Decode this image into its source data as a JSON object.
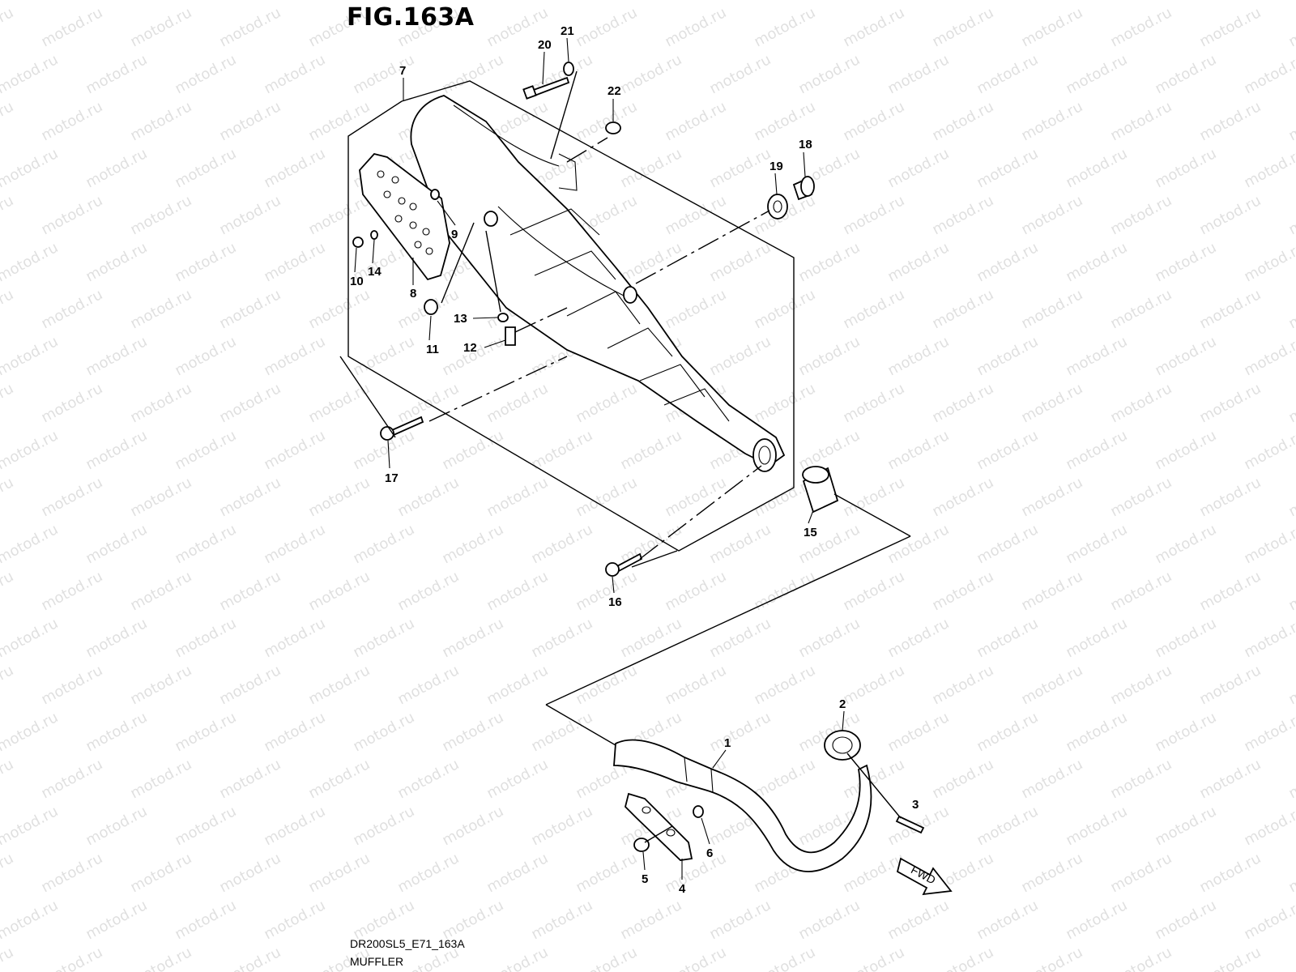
{
  "title": "FIG.163A",
  "footer": {
    "code": "DR200SL5_E71_163A",
    "name": "MUFFLER"
  },
  "watermark": "motod.ru",
  "fwd_label": "FWD",
  "callouts": [
    {
      "id": "1",
      "label": "1"
    },
    {
      "id": "2",
      "label": "2"
    },
    {
      "id": "3",
      "label": "3"
    },
    {
      "id": "4",
      "label": "4"
    },
    {
      "id": "5",
      "label": "5"
    },
    {
      "id": "6",
      "label": "6"
    },
    {
      "id": "7",
      "label": "7"
    },
    {
      "id": "8",
      "label": "8"
    },
    {
      "id": "9",
      "label": "9"
    },
    {
      "id": "10",
      "label": "10"
    },
    {
      "id": "11",
      "label": "11"
    },
    {
      "id": "12",
      "label": "12"
    },
    {
      "id": "13",
      "label": "13"
    },
    {
      "id": "14",
      "label": "14"
    },
    {
      "id": "15",
      "label": "15"
    },
    {
      "id": "16",
      "label": "16"
    },
    {
      "id": "17",
      "label": "17"
    },
    {
      "id": "18",
      "label": "18"
    },
    {
      "id": "19",
      "label": "19"
    },
    {
      "id": "20",
      "label": "20"
    },
    {
      "id": "21",
      "label": "21"
    },
    {
      "id": "22",
      "label": "22"
    }
  ]
}
